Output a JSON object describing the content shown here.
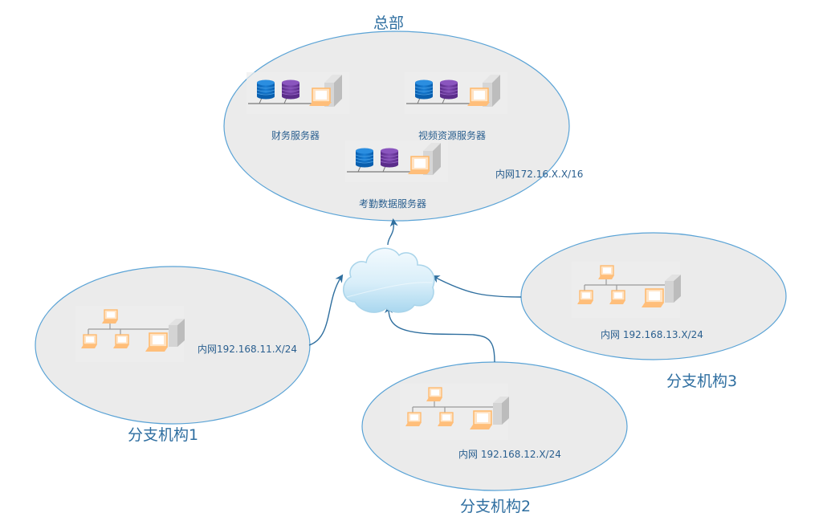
{
  "colors": {
    "ellipse_fill": "#ebebeb",
    "ellipse_stroke": "#5aa3d6",
    "text": "#2a5f8f",
    "title_text": "#2e6ea0",
    "arrow": "#2f6f9f",
    "db_blue": "#0d6ec6",
    "db_purple": "#6d3a9e",
    "laptop_orange": "#ffc58a",
    "switch_gray": "#c8c8c8",
    "cloud_light": "#eaf6fc",
    "cloud_dark": "#a7d6ee"
  },
  "headquarters": {
    "title": "总部",
    "network": "内网172.16.X.X/16",
    "servers": [
      {
        "label": "财务服务器",
        "icons": [
          "database-blue",
          "database-purple",
          "laptop",
          "server-tower"
        ]
      },
      {
        "label": "视频资源服务器",
        "icons": [
          "database-blue",
          "database-purple",
          "laptop",
          "server-tower"
        ]
      },
      {
        "label": "考勤数据服务器",
        "icons": [
          "database-blue",
          "database-purple",
          "laptop",
          "server-tower"
        ]
      }
    ]
  },
  "cloud": {
    "name": "internet-cloud"
  },
  "branches": [
    {
      "title": "分支机构1",
      "network": "内网192.168.11.X/24",
      "icon": "lan-topology"
    },
    {
      "title": "分支机构2",
      "network": "内网 192.168.12.X/24",
      "icon": "lan-topology"
    },
    {
      "title": "分支机构3",
      "network": "内网 192.168.13.X/24",
      "icon": "lan-topology"
    }
  ],
  "connections": [
    {
      "from": "cloud",
      "to": "headquarters"
    },
    {
      "from": "分支机构1",
      "to": "cloud"
    },
    {
      "from": "分支机构2",
      "to": "cloud"
    },
    {
      "from": "分支机构3",
      "to": "cloud"
    }
  ]
}
